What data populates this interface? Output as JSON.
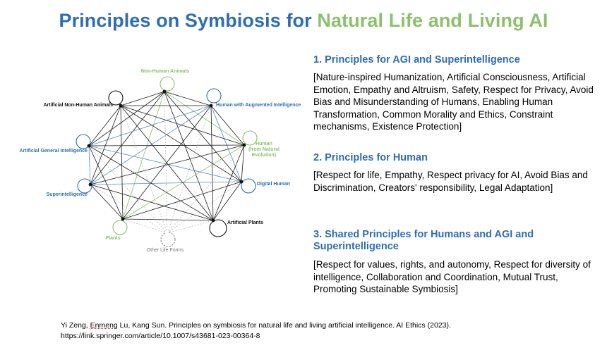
{
  "title": {
    "part1": "Principles on Symbiosis for",
    "part2": "Natural Life and Living AI"
  },
  "colors": {
    "blue": "#2e6db4",
    "green": "#8cc16c",
    "black": "#111111",
    "grey": "#777777"
  },
  "diagram": {
    "nodes": [
      {
        "id": "nha",
        "label": "Non-Human Animals",
        "color": "#8cc16c"
      },
      {
        "id": "hai",
        "label": "Human with Augmented Intelligence",
        "color": "#2e6db4"
      },
      {
        "id": "hne",
        "label": "Human (from Natural Evolution)",
        "lines": [
          "Human",
          "(from Natural",
          "Evolution)"
        ],
        "color": "#8cc16c"
      },
      {
        "id": "dh",
        "label": "Digital Human",
        "color": "#2e6db4"
      },
      {
        "id": "ap",
        "label": "Artificial Plants",
        "color": "#111111"
      },
      {
        "id": "olf",
        "label": "Other Life Forms",
        "color": "#777777"
      },
      {
        "id": "pl",
        "label": "Plants",
        "color": "#8cc16c"
      },
      {
        "id": "si",
        "label": "Superintelligence",
        "color": "#2e6db4"
      },
      {
        "id": "agi",
        "label": "Artificial General Intelligence",
        "color": "#2e6db4"
      },
      {
        "id": "anha",
        "label": "Artificial Non-Human Animals",
        "color": "#111111"
      }
    ]
  },
  "sections": [
    {
      "heading": "1. Principles for AGI and Superintelligence",
      "body": "[Nature-inspired Humanization, Artificial Consciousness, Artificial Emotion, Empathy and Altruism, Safety, Respect for Privacy, Avoid Bias and Misunderstanding of Humans, Enabling Human Transformation, Common Morality and Ethics, Constraint mechanisms, Existence Protection]"
    },
    {
      "heading": "2. Principles for Human",
      "body": "[Respect for life, Empathy, Respect privacy for AI, Avoid Bias and Discrimination, Creators' responsibility, Legal Adaptation]"
    },
    {
      "heading": "3. Shared Principles for Humans and AGI and Superintelligence",
      "body": "[Respect for values, rights, and autonomy, Respect for diversity of intelligence, Collaboration and Coordination, Mutual Trust, Promoting Sustainable Symbiosis]"
    }
  ],
  "citation": {
    "authors_a": "Yi Zeng, ",
    "author_underlined": "Enmeng",
    "authors_b": " Lu, Kang Sun. Principles on symbiosis for natural life and living artificial intelligence. AI Ethics (2023).",
    "url": "https://link.springer.com/article/10.1007/s43681-023-00364-8"
  }
}
